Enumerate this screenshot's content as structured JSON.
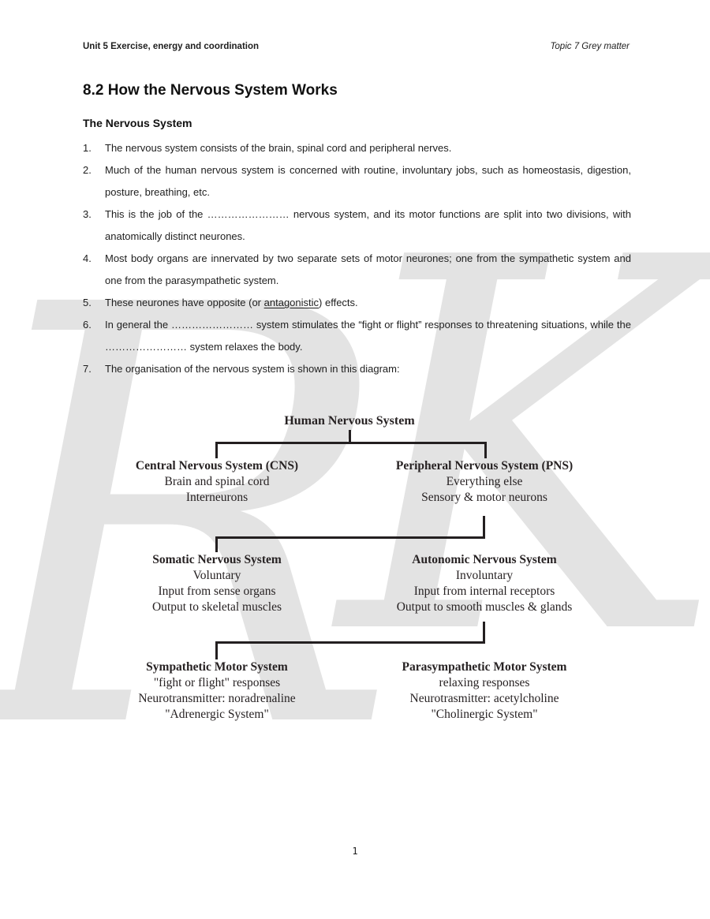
{
  "page": {
    "header_left": "Unit 5 Exercise, energy and coordination",
    "header_right": "Topic 7 Grey matter",
    "title": "8.2 How the Nervous System Works",
    "section_heading": "The Nervous System",
    "page_number": "1"
  },
  "colors": {
    "background": "#ffffff",
    "text": "#1e1e1e",
    "diagram_line": "#231f20",
    "watermark": "#e3e3e3"
  },
  "watermark": {
    "letters": [
      "R",
      "K"
    ]
  },
  "list": {
    "items": [
      {
        "number": "1.",
        "text": "The nervous system consists of the brain, spinal cord and peripheral nerves."
      },
      {
        "number": "2.",
        "text": "Much of the human nervous system is concerned with routine, involuntary jobs, such as homeostasis, digestion, posture, breathing, etc."
      },
      {
        "number": "3.",
        "text": "This is the job of the …………………… nervous system, and its motor functions are split into two divisions, with anatomically distinct neurones."
      },
      {
        "number": "4.",
        "text": "Most body organs are innervated by two separate sets of motor neurones; one from the sympathetic system and one from the parasympathetic system."
      },
      {
        "number": "5.",
        "pre": "These neurones have opposite (or ",
        "underlined": "antagonistic",
        "post": ") effects."
      },
      {
        "number": "6.",
        "text": "In general the …………………… system stimulates the “fight or flight” responses to threatening situations, while the …………………… system relaxes the body."
      },
      {
        "number": "7.",
        "text": "The organisation of the nervous system is shown in this diagram:"
      }
    ]
  },
  "diagram": {
    "root": "Human Nervous System",
    "nodes": [
      {
        "title": "Central Nervous System (CNS)",
        "lines": [
          "Brain and spinal cord",
          "Interneurons"
        ]
      },
      {
        "title": "Peripheral Nervous System (PNS)",
        "lines": [
          "Everything else",
          "Sensory & motor neurons"
        ]
      },
      {
        "title": "Somatic Nervous System",
        "lines": [
          "Voluntary",
          "Input from sense organs",
          "Output to skeletal muscles"
        ]
      },
      {
        "title": "Autonomic Nervous System",
        "lines": [
          "Involuntary",
          "Input from internal receptors",
          "Output to smooth muscles & glands"
        ]
      },
      {
        "title": "Sympathetic Motor System",
        "lines": [
          "\"fight or flight\" responses",
          "Neurotransmitter: noradrenaline",
          "\"Adrenergic System\""
        ]
      },
      {
        "title": "Parasympathetic Motor System",
        "lines": [
          "relaxing responses",
          "Neurotrasmitter: acetylcholine",
          "\"Cholinergic System\""
        ]
      }
    ]
  }
}
